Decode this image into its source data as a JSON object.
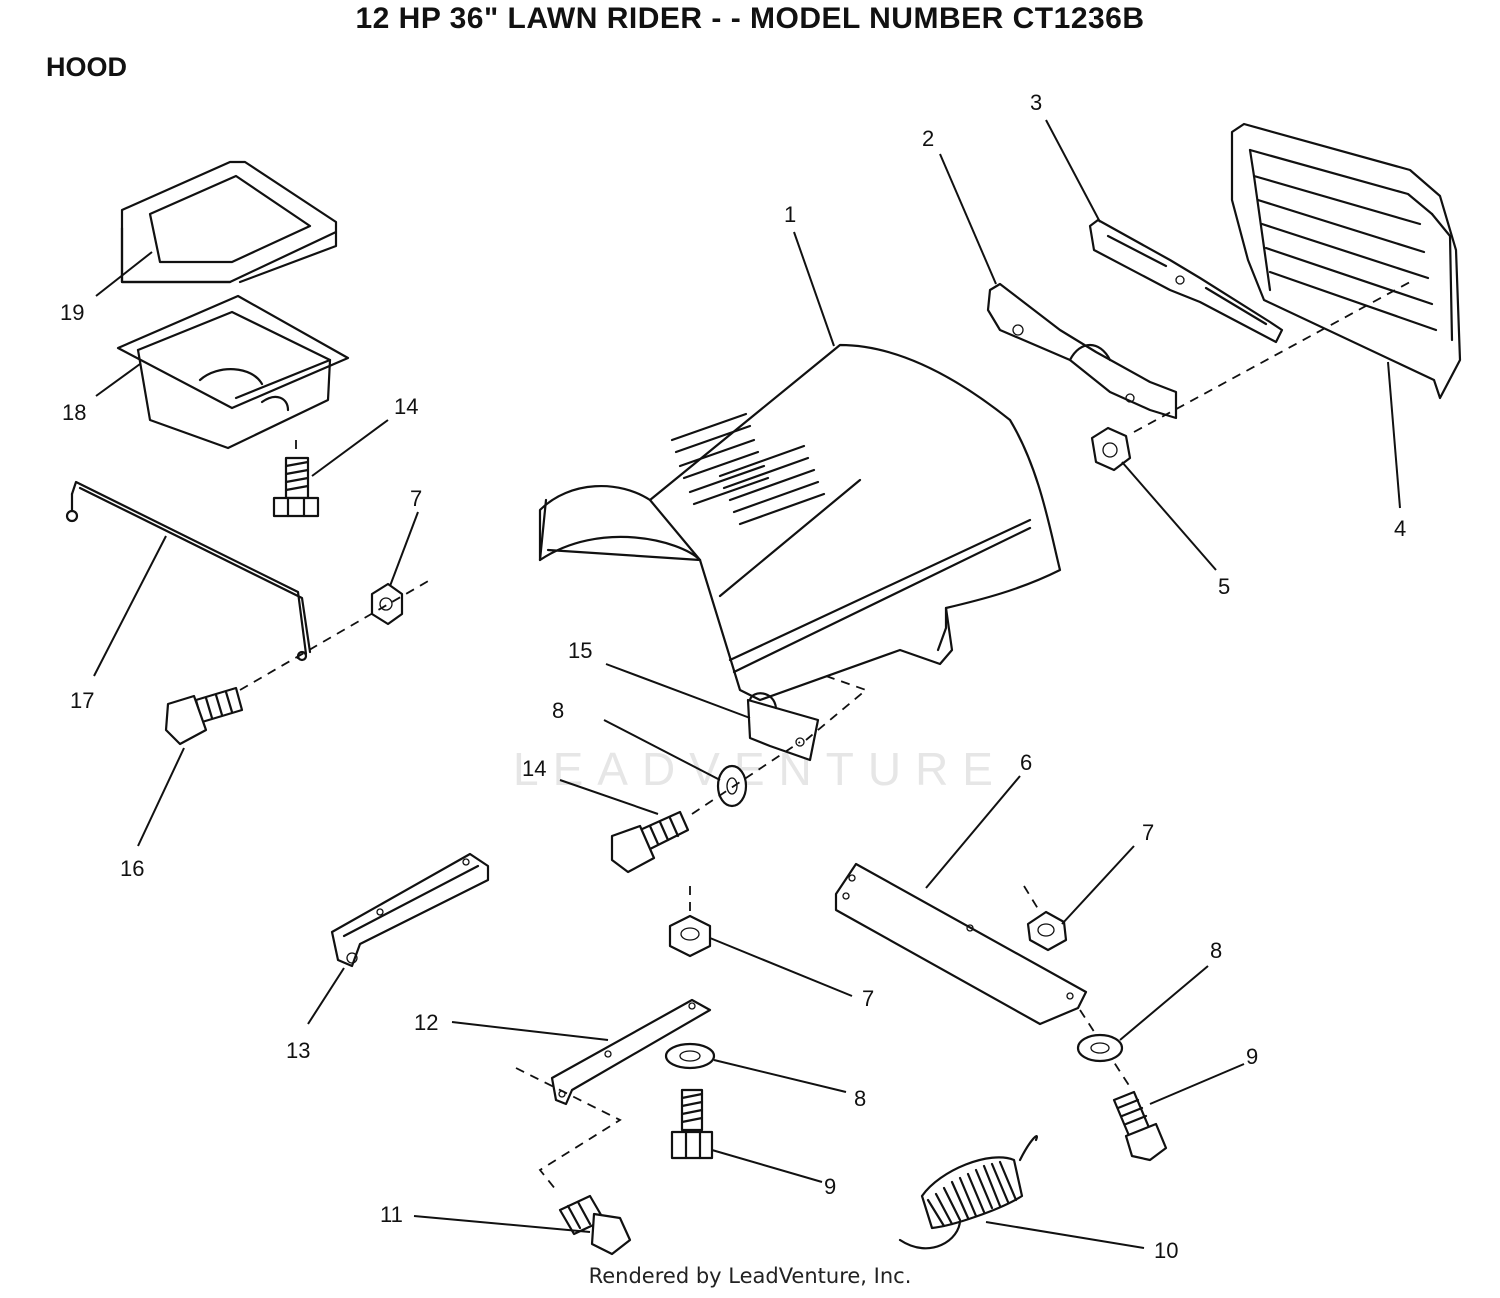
{
  "header": {
    "title": "12 HP 36\" LAWN RIDER - - MODEL NUMBER CT1236B",
    "section": "HOOD"
  },
  "footer": {
    "rendered_by": "Rendered by LeadVenture, Inc."
  },
  "watermark": {
    "text": "LEADVENTURE"
  },
  "callouts": [
    {
      "id": "c1",
      "number": "1"
    },
    {
      "id": "c2",
      "number": "2"
    },
    {
      "id": "c3",
      "number": "3"
    },
    {
      "id": "c4",
      "number": "4"
    },
    {
      "id": "c5",
      "number": "5"
    },
    {
      "id": "c6",
      "number": "6"
    },
    {
      "id": "c7a",
      "number": "7"
    },
    {
      "id": "c7b",
      "number": "7"
    },
    {
      "id": "c7c",
      "number": "7"
    },
    {
      "id": "c8a",
      "number": "8"
    },
    {
      "id": "c8b",
      "number": "8"
    },
    {
      "id": "c8c",
      "number": "8"
    },
    {
      "id": "c9a",
      "number": "9"
    },
    {
      "id": "c9b",
      "number": "9"
    },
    {
      "id": "c10",
      "number": "10"
    },
    {
      "id": "c11",
      "number": "11"
    },
    {
      "id": "c12",
      "number": "12"
    },
    {
      "id": "c13",
      "number": "13"
    },
    {
      "id": "c14a",
      "number": "14"
    },
    {
      "id": "c14b",
      "number": "14"
    },
    {
      "id": "c15",
      "number": "15"
    },
    {
      "id": "c16",
      "number": "16"
    },
    {
      "id": "c17",
      "number": "17"
    },
    {
      "id": "c18",
      "number": "18"
    },
    {
      "id": "c19",
      "number": "19"
    }
  ]
}
